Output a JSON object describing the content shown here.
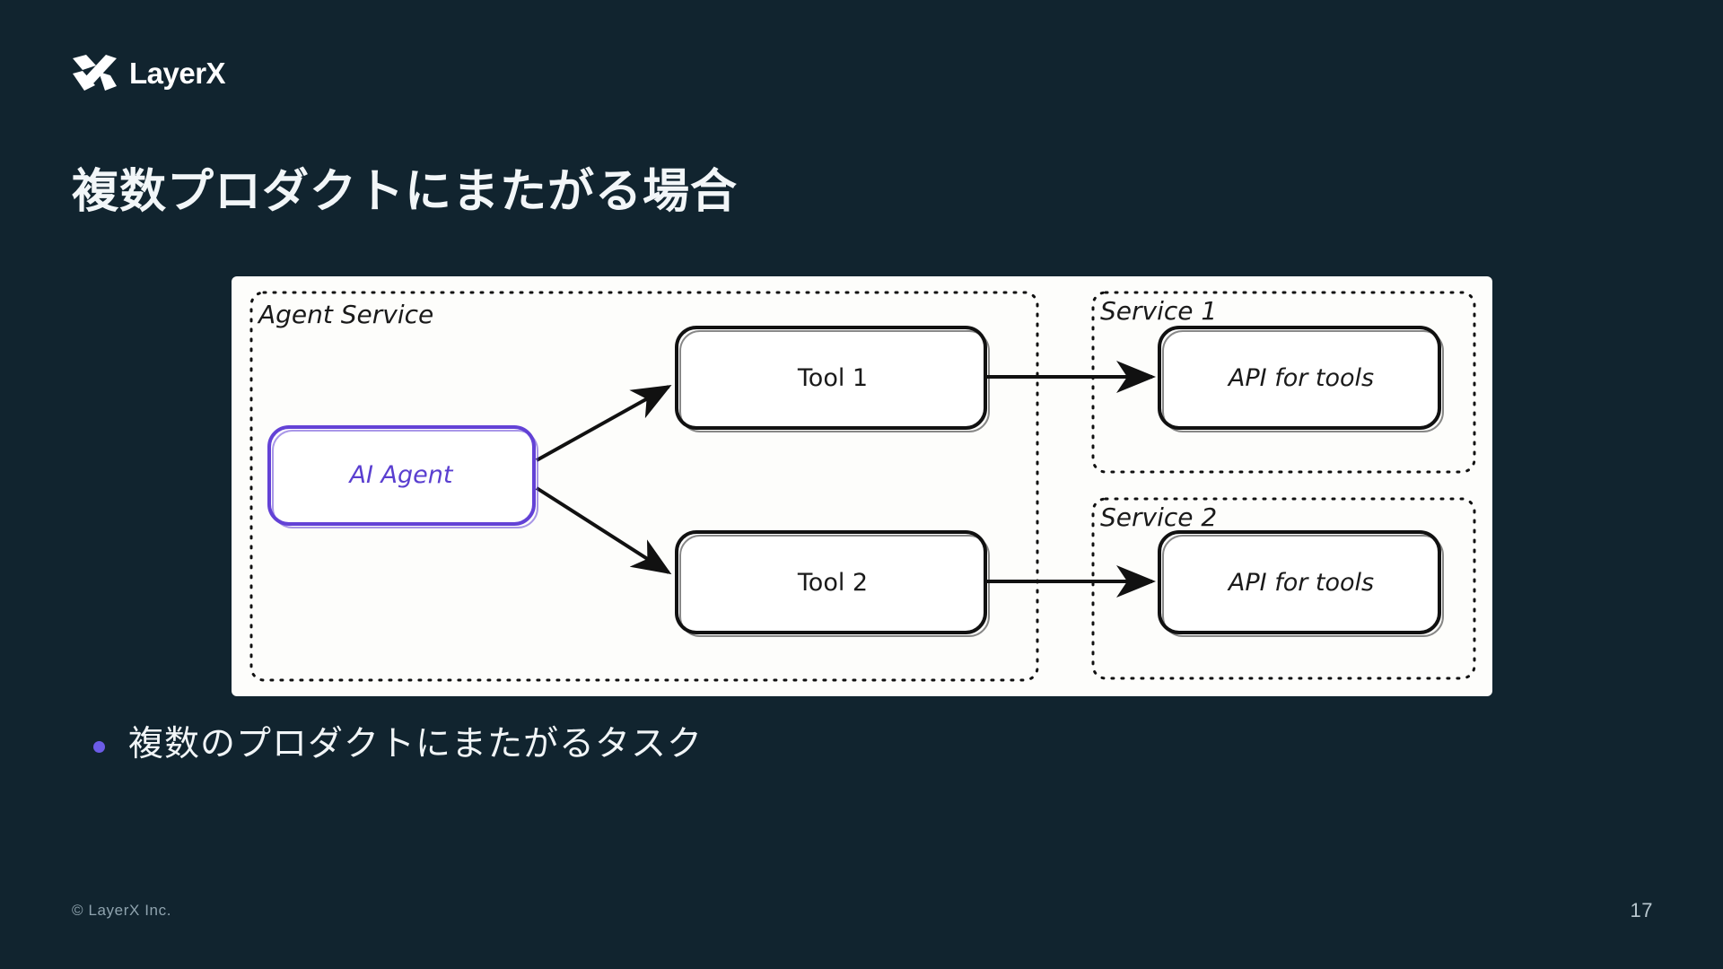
{
  "slide": {
    "background_color": "#11242f",
    "accent_color": "#6c5ce7",
    "title": "複数プロダクトにまたがる場合"
  },
  "brand": {
    "name": "LayerX",
    "logo_icon": "layerx-x-mark-icon"
  },
  "diagram": {
    "background_color": "#fdfdfb",
    "groups": [
      {
        "id": "agent-service",
        "label": "Agent Service",
        "border_style": "dotted"
      },
      {
        "id": "service-1",
        "label": "Service 1",
        "border_style": "dotted"
      },
      {
        "id": "service-2",
        "label": "Service 2",
        "border_style": "dotted"
      }
    ],
    "nodes": [
      {
        "id": "ai-agent",
        "label": "AI Agent",
        "color": "#6342d6",
        "group": "agent-service"
      },
      {
        "id": "tool-1",
        "label": "Tool 1",
        "color": "#1a1a1a",
        "group": "agent-service"
      },
      {
        "id": "tool-2",
        "label": "Tool 2",
        "color": "#1a1a1a",
        "group": "agent-service"
      },
      {
        "id": "api-1",
        "label": "API for tools",
        "color": "#1a1a1a",
        "group": "service-1"
      },
      {
        "id": "api-2",
        "label": "API for tools",
        "color": "#1a1a1a",
        "group": "service-2"
      }
    ],
    "edges": [
      {
        "from": "ai-agent",
        "to": "tool-1"
      },
      {
        "from": "ai-agent",
        "to": "tool-2"
      },
      {
        "from": "tool-1",
        "to": "api-1"
      },
      {
        "from": "tool-2",
        "to": "api-2"
      }
    ]
  },
  "bullets": [
    {
      "text": "複数のプロダクトにまたがるタスク"
    }
  ],
  "footer": {
    "copyright": "© LayerX Inc.",
    "page_number": "17"
  }
}
